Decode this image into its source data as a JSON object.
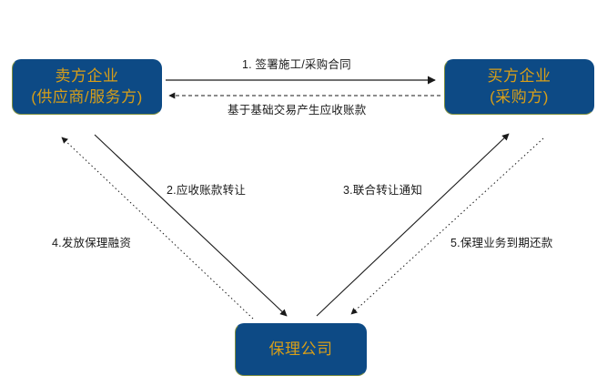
{
  "diagram": {
    "title_text": "",
    "colors": {
      "node_fill": "#0d4a85",
      "node_text": "#d89e18",
      "node_border": "#7f8f3f",
      "edge": "#1a1a1a",
      "background": "#ffffff"
    },
    "nodes": [
      {
        "id": "seller",
        "line1": "卖方企业",
        "line2": "(供应商/服务方)"
      },
      {
        "id": "buyer",
        "line1": "买方企业",
        "line2": "(采购方)"
      },
      {
        "id": "factor",
        "line1": "保理公司",
        "line2": ""
      }
    ],
    "edges": [
      {
        "id": "e1",
        "label": "1. 签署施工/采购合同",
        "from": "seller",
        "to": "buyer",
        "style": "solid",
        "direction": "right"
      },
      {
        "id": "e1b",
        "label": "基于基础交易产生应收账款",
        "from": "buyer",
        "to": "seller",
        "style": "dashed",
        "direction": "left"
      },
      {
        "id": "e2",
        "label": "2.应收账款转让",
        "from": "seller",
        "to": "factor",
        "style": "solid",
        "direction": "down-right"
      },
      {
        "id": "e3",
        "label": "3.联合转让通知",
        "from": "factor",
        "to": "buyer",
        "style": "solid",
        "direction": "up-right"
      },
      {
        "id": "e4",
        "label": "4.发放保理融资",
        "from": "factor",
        "to": "seller",
        "style": "dotted",
        "direction": "up-left"
      },
      {
        "id": "e5",
        "label": "5.保理业务到期还款",
        "from": "buyer",
        "to": "factor",
        "style": "dotted",
        "direction": "down-left"
      }
    ]
  }
}
